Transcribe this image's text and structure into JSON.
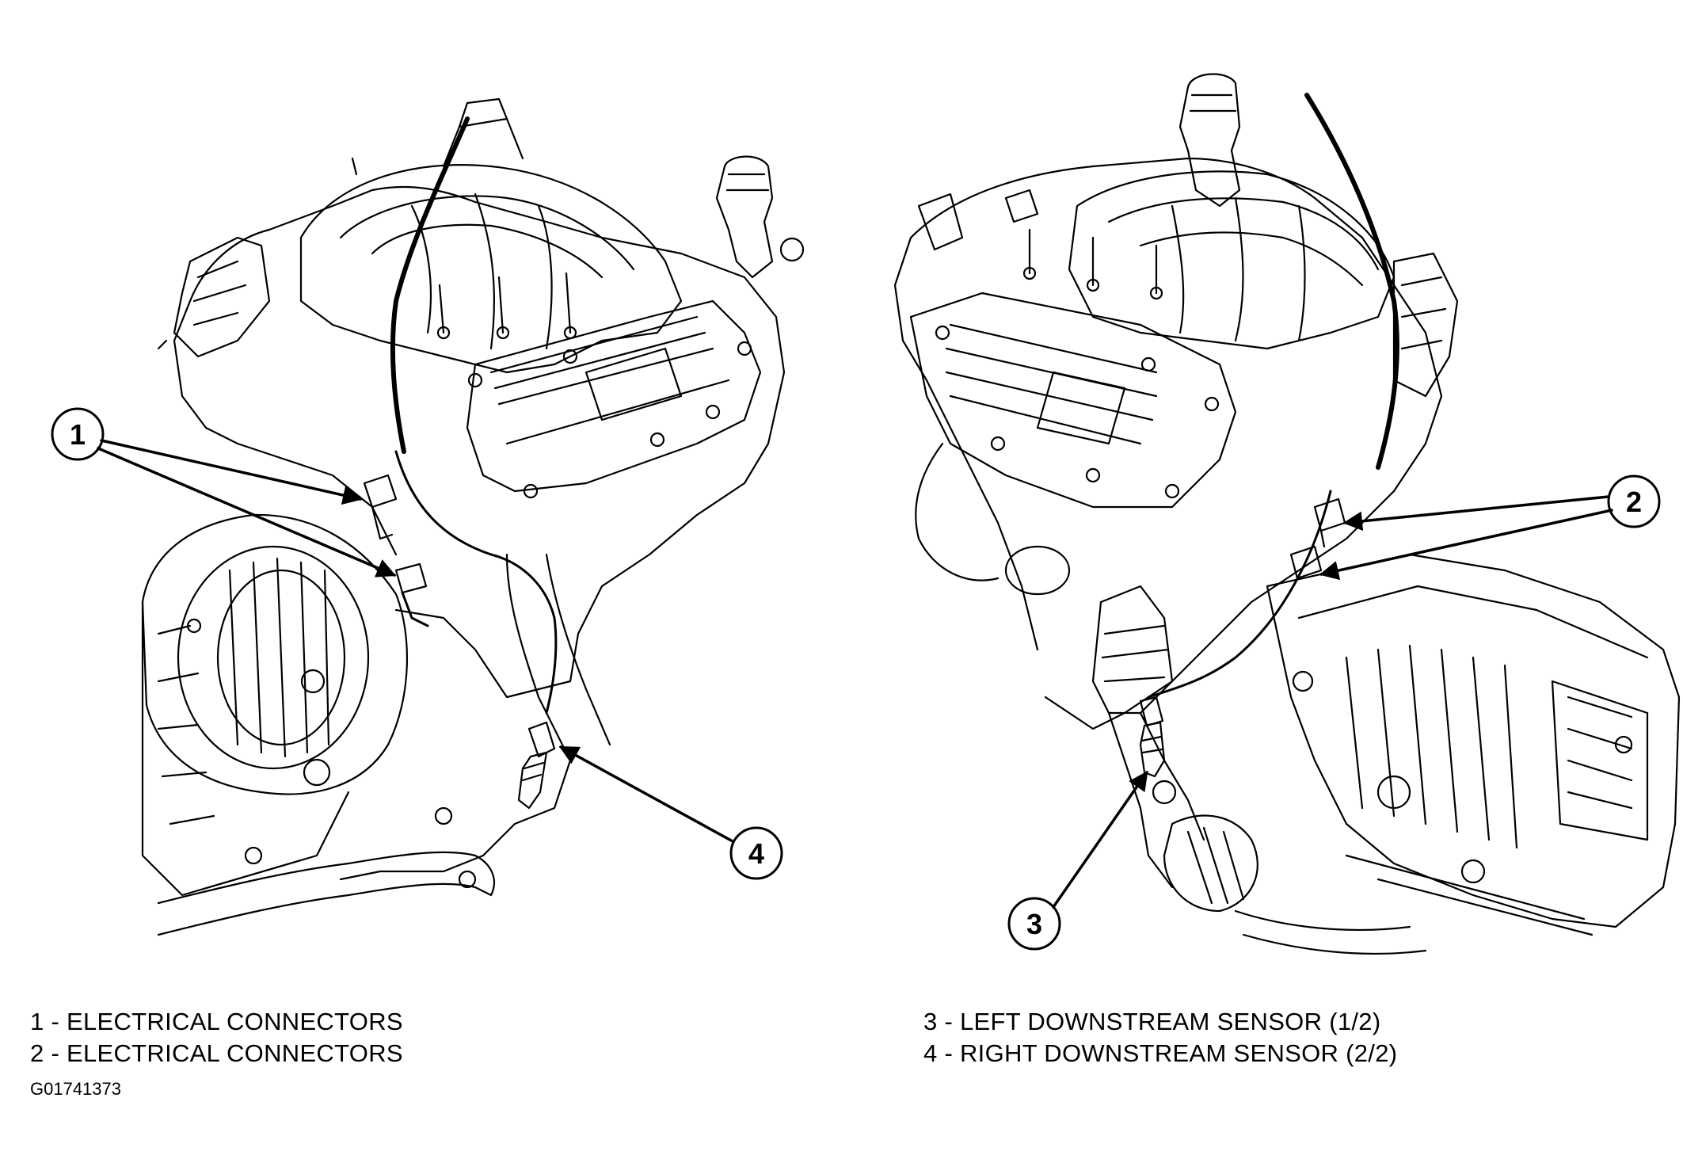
{
  "callouts": [
    "1",
    "2",
    "3",
    "4"
  ],
  "legend": {
    "left": [
      "1 - ELECTRICAL CONNECTORS",
      "2 - ELECTRICAL CONNECTORS"
    ],
    "right": [
      "3 - LEFT DOWNSTREAM SENSOR (1/2)",
      "4 - RIGHT DOWNSTREAM SENSOR (2/2)"
    ]
  },
  "figure_id": "G01741373"
}
